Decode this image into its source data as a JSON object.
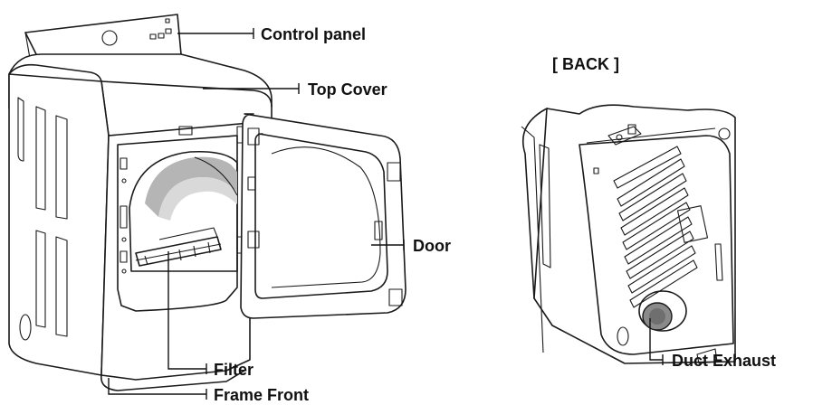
{
  "labels": {
    "control_panel": "Control panel",
    "top_cover": "Top Cover",
    "door": "Door",
    "filter": "Filter",
    "frame_front": "Frame Front",
    "back_title": "[ BACK ]",
    "duct_exhaust": "Duct Exhaust"
  },
  "colors": {
    "line": "#1a1a1a",
    "drum_shade": "#b5b5b5",
    "drum_shade_light": "#d9d9d9",
    "duct_fill": "#8a8a8a"
  }
}
